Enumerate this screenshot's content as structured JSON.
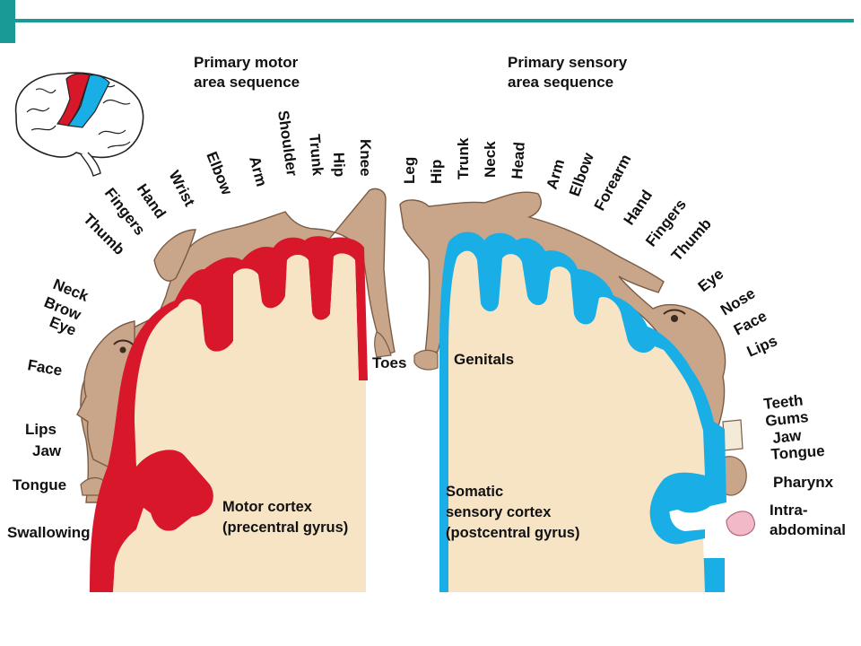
{
  "colors": {
    "accent_bar": "#1a9a96",
    "motor_cortex": "#d8172b",
    "sensory_cortex": "#19aee6",
    "brain_fill": "#f7e4c5",
    "homunculus": "#c9a68a",
    "homunculus_outline": "#7a5c46"
  },
  "headers": {
    "motor": [
      "Primary motor",
      "area sequence"
    ],
    "sensory": [
      "Primary sensory",
      "area sequence"
    ]
  },
  "motor_labels": [
    "Thumb",
    "Fingers",
    "Hand",
    "Wrist",
    "Elbow",
    "Arm",
    "Shoulder",
    "Trunk",
    "Hip",
    "Knee",
    "Neck",
    "Brow",
    "Eye",
    "Face",
    "Lips",
    "Jaw",
    "Tongue",
    "Swallowing",
    "Toes"
  ],
  "sensory_labels": [
    "Leg",
    "Hip",
    "Trunk",
    "Neck",
    "Head",
    "Arm",
    "Elbow",
    "Forearm",
    "Hand",
    "Fingers",
    "Thumb",
    "Eye",
    "Nose",
    "Face",
    "Lips",
    "Teeth",
    "Gums",
    "Jaw",
    "Tongue",
    "Pharynx",
    "Intra-",
    "abdominal",
    "Genitals"
  ],
  "captions": {
    "motor": [
      "Motor cortex",
      "(precentral gyrus)"
    ],
    "sensory": [
      "Somatic",
      "sensory cortex",
      "(postcentral gyrus)"
    ]
  },
  "icons": [
    "brain-inset-icon"
  ]
}
